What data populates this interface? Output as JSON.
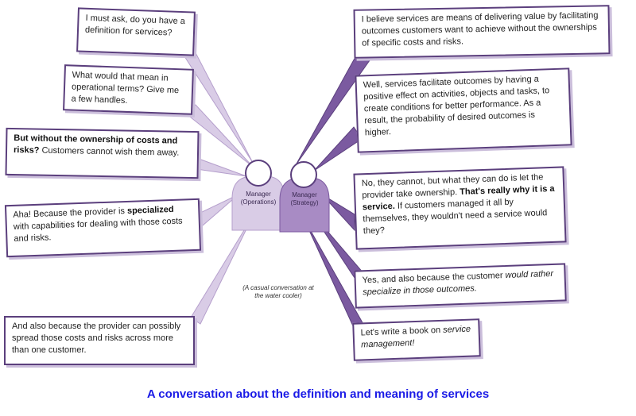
{
  "managers": {
    "operations": "Manager (Operations)",
    "strategy": "Manager (Strategy)"
  },
  "caption": "(A casual conversation at the water cooler)",
  "left_bubbles": [
    {
      "parts": [
        {
          "t": "I must ask, do you have a definition for services?"
        }
      ]
    },
    {
      "parts": [
        {
          "t": "What would that mean in operational terms? Give me a few handles."
        }
      ]
    },
    {
      "parts": [
        {
          "t": "But without the ownership of costs and risks?",
          "b": true
        },
        {
          "t": " Customers cannot wish them away."
        }
      ]
    },
    {
      "parts": [
        {
          "t": "Aha! Because the provider is "
        },
        {
          "t": "specialized",
          "b": true
        },
        {
          "t": " with capabilities for dealing with those costs and risks."
        }
      ]
    },
    {
      "parts": [
        {
          "t": "And also because the provider can possibly spread those costs and risks across more than one customer."
        }
      ]
    }
  ],
  "right_bubbles": [
    {
      "parts": [
        {
          "t": "I believe services are means of delivering value by facilitating outcomes customers want to achieve without the ownerships of specific costs and risks."
        }
      ]
    },
    {
      "parts": [
        {
          "t": "Well, services facilitate outcomes by having a positive effect on activities, objects and tasks, to create conditions for better performance. As a result, the probability of desired outcomes is higher."
        }
      ]
    },
    {
      "parts": [
        {
          "t": "No, they cannot, but what they can do is let the provider take ownership. "
        },
        {
          "t": "That's really why it is a service.",
          "b": true
        },
        {
          "t": " If customers managed it all by themselves, they wouldn't need a service would they?"
        }
      ]
    },
    {
      "parts": [
        {
          "t": "Yes, and also because the customer "
        },
        {
          "t": "would rather specialize in those outcomes.",
          "i": true
        }
      ]
    },
    {
      "parts": [
        {
          "t": "Let's write a book on "
        },
        {
          "t": "service management!",
          "i": true
        }
      ]
    }
  ],
  "title": "A conversation about the definition and meaning of services",
  "colors": {
    "bubble_border": "#5b3f7d",
    "operations_fill": "#d9cce6",
    "strategy_fill": "#a88bc4",
    "title_text": "#1a1ae6"
  }
}
